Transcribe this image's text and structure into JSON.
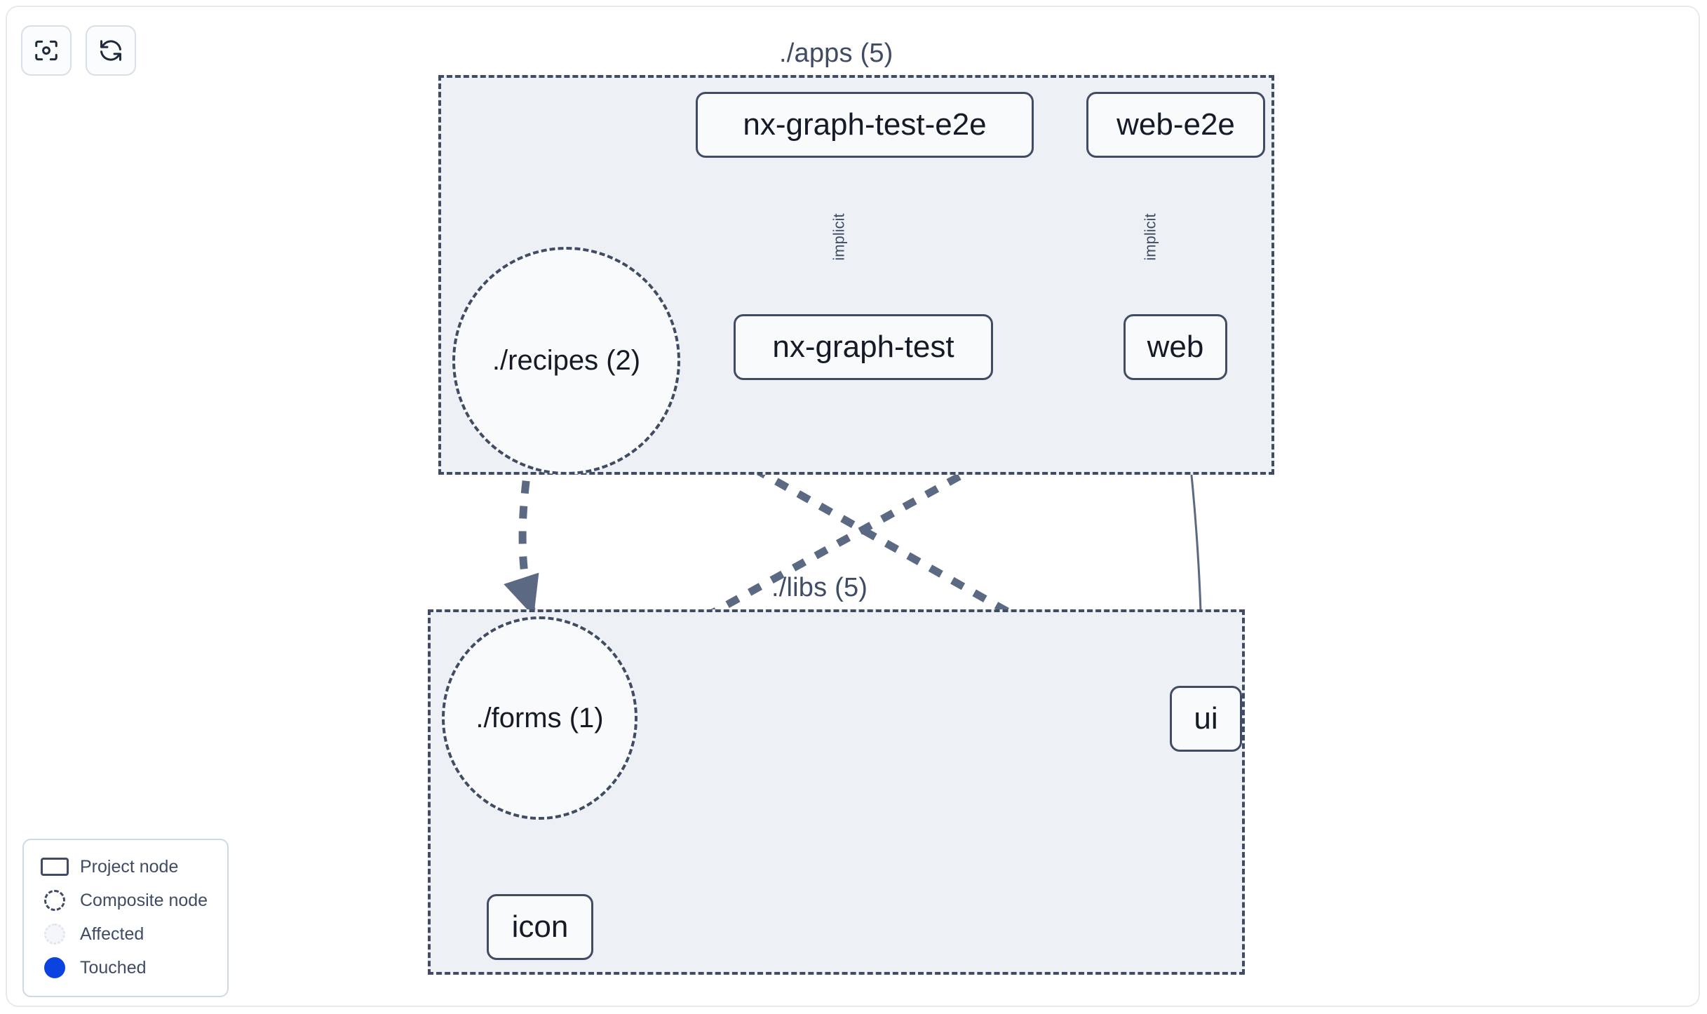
{
  "toolbar": {
    "buttons": [
      {
        "name": "focus-graph-button",
        "icon": "focus-target-icon",
        "label": ""
      },
      {
        "name": "refresh-graph-button",
        "icon": "refresh-icon",
        "label": ""
      }
    ]
  },
  "graph": {
    "groups": [
      {
        "id": "apps",
        "label": "./apps (5)"
      },
      {
        "id": "libs",
        "label": "./libs (5)"
      }
    ],
    "composite_nodes": [
      {
        "id": "recipes",
        "label": "./recipes (2)"
      },
      {
        "id": "forms",
        "label": "./forms (1)"
      }
    ],
    "project_nodes": [
      {
        "id": "nx-graph-test-e2e",
        "label": "nx-graph-test-e2e"
      },
      {
        "id": "web-e2e",
        "label": "web-e2e"
      },
      {
        "id": "nx-graph-test",
        "label": "nx-graph-test"
      },
      {
        "id": "web",
        "label": "web"
      },
      {
        "id": "ui",
        "label": "ui"
      },
      {
        "id": "icon",
        "label": "icon"
      }
    ],
    "edges": [
      {
        "from": "nx-graph-test-e2e",
        "to": "nx-graph-test",
        "label": "implicit",
        "style": "solid"
      },
      {
        "from": "web-e2e",
        "to": "web",
        "label": "implicit",
        "style": "solid"
      },
      {
        "from": "web",
        "to": "ui",
        "label": "",
        "style": "solid"
      },
      {
        "from": "recipes",
        "to": "forms",
        "label": "",
        "style": "dashed"
      },
      {
        "from": "recipes",
        "to": "ui",
        "label": "",
        "style": "dashed"
      },
      {
        "from": "web",
        "to": "forms",
        "label": "",
        "style": "dashed"
      },
      {
        "from": "forms",
        "to": "icon",
        "label": "",
        "style": "dashed"
      }
    ]
  },
  "legend": {
    "items": [
      {
        "swatch": "project-node-swatch",
        "label": "Project node"
      },
      {
        "swatch": "composite-node-swatch",
        "label": "Composite node"
      },
      {
        "swatch": "affected-swatch",
        "label": "Affected"
      },
      {
        "swatch": "touched-swatch",
        "label": "Touched"
      }
    ]
  },
  "colors": {
    "node_border": "#3f4c63",
    "node_fill": "#f8fafc",
    "group_fill": "#edf1f6",
    "edge": "#5b6a82",
    "touched": "#0b43e0",
    "text": "#151b26"
  }
}
